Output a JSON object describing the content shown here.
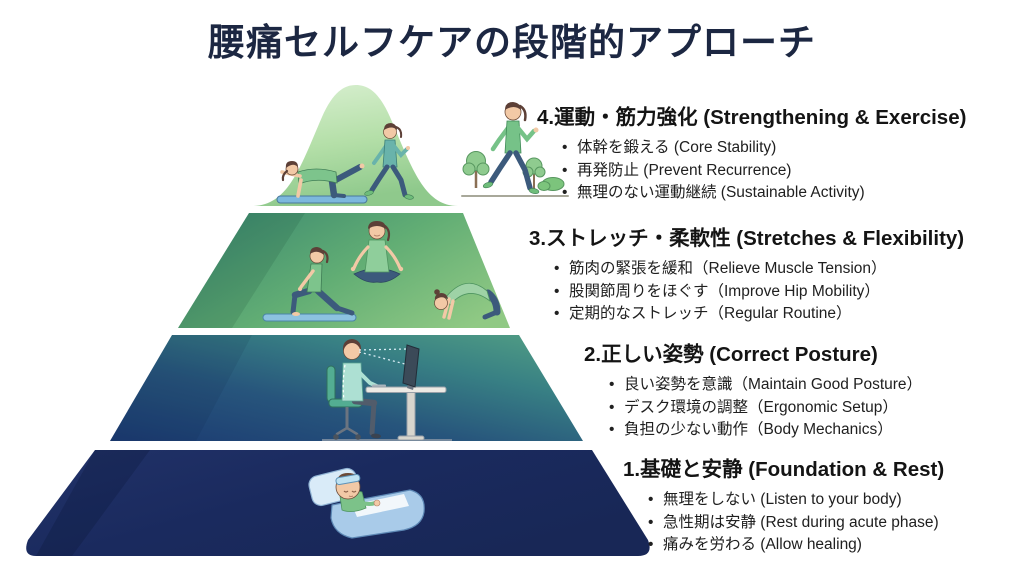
{
  "title": "腰痛セルフケアの段階的アプローチ",
  "colors": {
    "title_text": "#1c2742",
    "body_text": "#202020",
    "level4_top": "#daf0d2",
    "level4_bottom": "#8fc98c",
    "level3_left": "#3d8a70",
    "level3_right": "#90c984",
    "level2_dark_blue": "#1b3a71",
    "level2_green": "#54a184",
    "level1_navy": "#1b2a5e",
    "mat_blue": "#8cc2e0",
    "background": "#ffffff"
  },
  "levels": [
    {
      "number": 4,
      "heading": "4.運動・筋力強化 (Strengthening & Exercise)",
      "bullets": [
        "体幹を鍛える (Core Stability)",
        "再発防止 (Prevent Recurrence)",
        "無理のない運動継続 (Sustainable Activity)"
      ],
      "illustrations": [
        "bird-dog-exercise",
        "walking-person"
      ]
    },
    {
      "number": 3,
      "heading": "3.ストレッチ・柔軟性 (Stretches & Flexibility)",
      "bullets": [
        "筋肉の緊張を緩和（Relieve Muscle Tension）",
        "股関節周りをほぐす（Improve Hip Mobility）",
        "定期的なストレッチ（Regular Routine）"
      ],
      "illustrations": [
        "lunge-stretch",
        "seated-meditation",
        "cat-stretch"
      ]
    },
    {
      "number": 2,
      "heading": "2.正しい姿勢 (Correct Posture)",
      "bullets": [
        "良い姿勢を意識（Maintain Good Posture）",
        "デスク環境の調整（Ergonomic Setup）",
        "負担の少ない動作（Body Mechanics）"
      ],
      "illustrations": [
        "ergonomic-desk-sitting"
      ]
    },
    {
      "number": 1,
      "heading": "1.基礎と安静 (Foundation & Rest)",
      "bullets": [
        "無理をしない (Listen to your body)",
        "急性期は安静 (Rest during acute phase)",
        "痛みを労わる (Allow healing)"
      ],
      "illustrations": [
        "resting-in-bed"
      ]
    }
  ],
  "side_illustration": "walking-outdoors-with-trees"
}
